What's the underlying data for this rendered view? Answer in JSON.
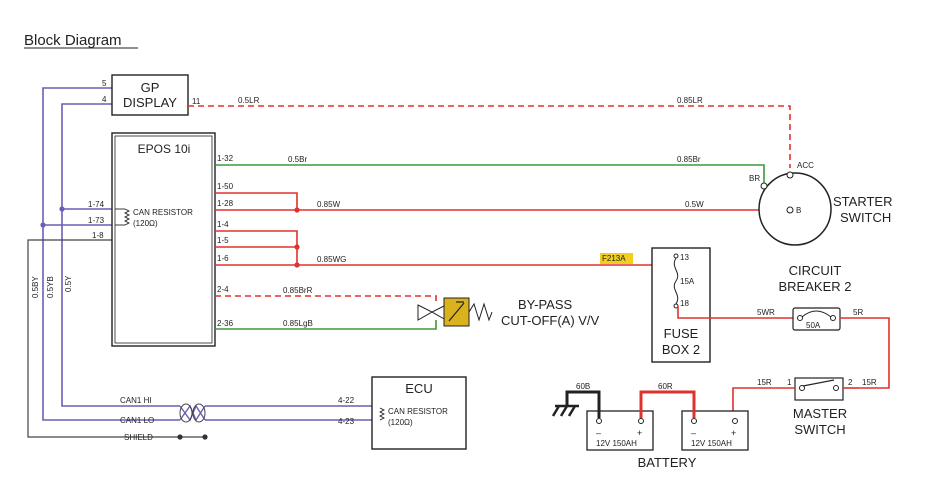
{
  "title": "Block Diagram",
  "colors": {
    "red": "#e0322c",
    "green": "#3e9a3a",
    "blue": "#6a5fb5",
    "black": "#222222",
    "fuse_highlight": "#f2cf1e",
    "bypass_valve": "#d9b21d"
  },
  "components": {
    "gp_display": {
      "line1": "GP",
      "line2": "DISPLAY",
      "pins": {
        "p5": "5",
        "p4": "4",
        "p11": "11"
      }
    },
    "epos": {
      "label": "EPOS 10i",
      "pins_left": {
        "p174": "1-74",
        "p173": "1-73",
        "p18": "1-8"
      },
      "pins_right": {
        "p132": "1-32",
        "p150": "1-50",
        "p128": "1-28",
        "p14": "1-4",
        "p15": "1-5",
        "p16": "1-6",
        "p24": "2-4",
        "p236": "2-36"
      },
      "resistor_line1": "CAN RESISTOR",
      "resistor_line2": "(120Ω)"
    },
    "ecu": {
      "label": "ECU",
      "pins": {
        "p422": "4-22",
        "p423": "4-23"
      },
      "resistor_line1": "CAN RESISTOR",
      "resistor_line2": "(120Ω)"
    },
    "starter_switch": {
      "line1": "STARTER",
      "line2": "SWITCH",
      "acc": "ACC",
      "br": "BR",
      "b": "B"
    },
    "fuse_box": {
      "line1": "FUSE",
      "line2": "BOX 2",
      "pin13": "13",
      "rating": "15A",
      "pin18": "18",
      "fuse_tag": "F213A"
    },
    "circuit_breaker": {
      "line1": "CIRCUIT",
      "line2": "BREAKER 2",
      "rating": "50A"
    },
    "master_switch": {
      "line1": "MASTER",
      "line2": "SWITCH",
      "pin1": "1",
      "pin2": "2"
    },
    "battery": {
      "label": "BATTERY",
      "cell1": "12V 150AH",
      "cell2": "12V 150AH",
      "minus": "–",
      "plus": "+"
    },
    "bypass": {
      "line1": "BY-PASS",
      "line2": "CUT-OFF(A) V/V"
    }
  },
  "wires": {
    "w_05lr_a": "0.5LR",
    "w_085lr": "0.85LR",
    "w_05br": "0.5Br",
    "w_085br": "0.85Br",
    "w_085w": "0.85W",
    "w_05w": "0.5W",
    "w_085wg": "0.85WG",
    "w_085brr": "0.85BrR",
    "w_085lgb": "0.85LgB",
    "w_5wr": "5WR",
    "w_5r": "5R",
    "w_15r_a": "15R",
    "w_15r_b": "15R",
    "w_60b": "60B",
    "w_60r": "60R",
    "w_05by": "0.5BY",
    "w_05yb": "0.5YB",
    "w_05y": "0.5Y"
  },
  "can": {
    "hi": "CAN1 HI",
    "lo": "CAN1 LO",
    "shield": "SHIELD"
  }
}
